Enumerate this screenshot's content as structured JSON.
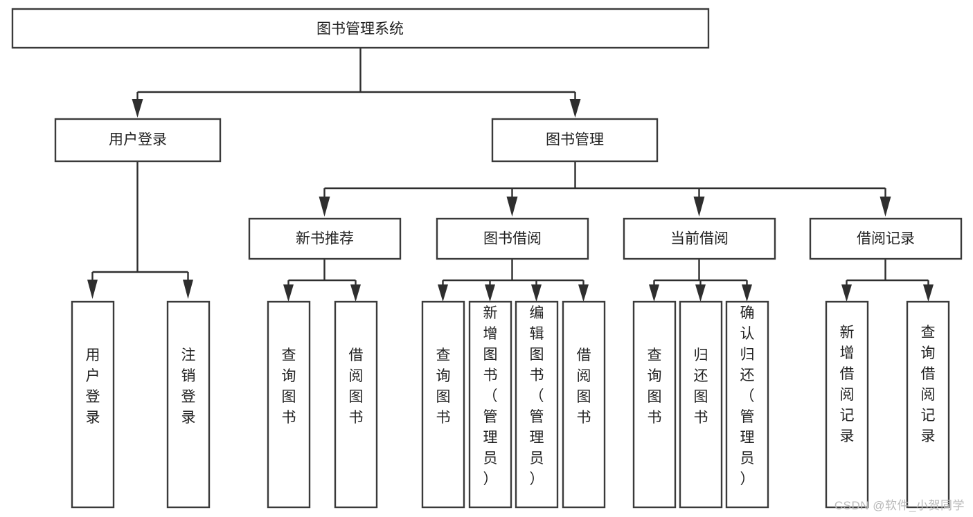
{
  "diagram": {
    "title": "图书管理系统",
    "type": "hierarchy-tree",
    "orientation": "top-down",
    "colors": {
      "box_stroke": "#3a3a3a",
      "connector": "#2e2e2e",
      "box_fill": "#ffffff",
      "text": "#222222",
      "watermark": "#b9b9b9"
    },
    "levels": [
      {
        "level": 1,
        "nodes": [
          {
            "id": "root",
            "label": "图书管理系统",
            "text_orientation": "horizontal"
          }
        ]
      },
      {
        "level": 2,
        "nodes": [
          {
            "id": "user-login",
            "label": "用户登录",
            "text_orientation": "horizontal",
            "parent": "root"
          },
          {
            "id": "book-manage",
            "label": "图书管理",
            "text_orientation": "horizontal",
            "parent": "root"
          }
        ]
      },
      {
        "level": 3,
        "nodes": [
          {
            "id": "new-book-rec",
            "label": "新书推荐",
            "text_orientation": "horizontal",
            "parent": "book-manage"
          },
          {
            "id": "book-borrow",
            "label": "图书借阅",
            "text_orientation": "horizontal",
            "parent": "book-manage"
          },
          {
            "id": "current-borrow",
            "label": "当前借阅",
            "text_orientation": "horizontal",
            "parent": "book-manage"
          },
          {
            "id": "borrow-record",
            "label": "借阅记录",
            "text_orientation": "horizontal",
            "parent": "book-manage"
          }
        ]
      },
      {
        "level": 4,
        "nodes": [
          {
            "id": "leaf-user-login",
            "label": "用户登录",
            "text_orientation": "vertical",
            "parent": "user-login"
          },
          {
            "id": "leaf-user-logout",
            "label": "注销登录",
            "text_orientation": "vertical",
            "parent": "user-login"
          },
          {
            "id": "leaf-query-book-1",
            "label": "查询图书",
            "text_orientation": "vertical",
            "parent": "new-book-rec"
          },
          {
            "id": "leaf-borrow-book-1",
            "label": "借阅图书",
            "text_orientation": "vertical",
            "parent": "new-book-rec"
          },
          {
            "id": "leaf-query-book-2",
            "label": "查询图书",
            "text_orientation": "vertical",
            "parent": "book-borrow"
          },
          {
            "id": "leaf-add-book",
            "label": "新增图书（管理员）",
            "text_orientation": "vertical",
            "parent": "book-borrow"
          },
          {
            "id": "leaf-edit-book",
            "label": "编辑图书（管理员）",
            "text_orientation": "vertical",
            "parent": "book-borrow"
          },
          {
            "id": "leaf-borrow-book-2",
            "label": "借阅图书",
            "text_orientation": "vertical",
            "parent": "book-borrow"
          },
          {
            "id": "leaf-query-book-3",
            "label": "查询图书",
            "text_orientation": "vertical",
            "parent": "current-borrow"
          },
          {
            "id": "leaf-return-book",
            "label": "归还图书",
            "text_orientation": "vertical",
            "parent": "current-borrow"
          },
          {
            "id": "leaf-confirm-return",
            "label": "确认归还（管理员）",
            "text_orientation": "vertical",
            "parent": "current-borrow"
          },
          {
            "id": "leaf-add-record",
            "label": "新增借阅记录",
            "text_orientation": "vertical",
            "parent": "borrow-record"
          },
          {
            "id": "leaf-query-record",
            "label": "查询借阅记录",
            "text_orientation": "vertical",
            "parent": "borrow-record"
          }
        ]
      }
    ]
  },
  "watermark": {
    "text": "CSDN @软件_小贺同学"
  }
}
